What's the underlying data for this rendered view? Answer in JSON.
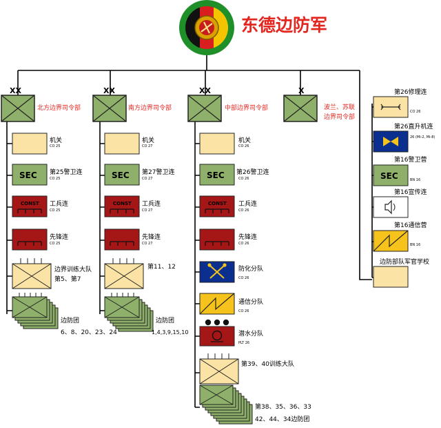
{
  "title": "东德边防军",
  "colors": {
    "infantry_green": "#8fb06a",
    "unit_cream": "#fbe3a6",
    "engineer_red": "#a51616",
    "recon_blue": "#0b2f8f",
    "signal_yellow": "#f6c21c",
    "title_red": "#e3261f"
  },
  "commands": [
    {
      "echelon": "XX",
      "name": "北方边界司令部",
      "units": [
        {
          "label": "机关",
          "size": "CO 25"
        },
        {
          "label": "第25警卫连",
          "size": "CO 25",
          "symbol": "SEC"
        },
        {
          "label": "工兵连",
          "size": "CO 25",
          "symbol": "CONST"
        },
        {
          "label": "先锋连",
          "size": "CO 25"
        },
        {
          "label": "边界训练大队",
          "sub": "第5、第7"
        },
        {
          "label": "边防团",
          "sub": "6、8、20、23、24"
        }
      ]
    },
    {
      "echelon": "XX",
      "name": "南方边界司令部",
      "units": [
        {
          "label": "机关",
          "size": "CO 27"
        },
        {
          "label": "第27警卫连",
          "size": "CO 27",
          "symbol": "SEC"
        },
        {
          "label": "工兵连",
          "size": "CO 27",
          "symbol": "CONST"
        },
        {
          "label": "先锋连",
          "size": "CO 27"
        },
        {
          "label": "第11、12"
        },
        {
          "label": "边防团",
          "sub": "1,4,3,9,15,10"
        }
      ]
    },
    {
      "echelon": "XX",
      "name": "中部边界司令部",
      "units": [
        {
          "label": "机关",
          "size": "CO 26"
        },
        {
          "label": "第26警卫连",
          "size": "CO 26",
          "symbol": "SEC"
        },
        {
          "label": "工兵连",
          "size": "CO 26",
          "symbol": "CONST"
        },
        {
          "label": "先锋连",
          "size": "CO 26"
        },
        {
          "label": "防化分队",
          "size": "CO 26"
        },
        {
          "label": "通信分队",
          "size": "CO 26"
        },
        {
          "label": "潜水分队",
          "size": "PLT 26"
        },
        {
          "label": "第39、40训练大队"
        },
        {
          "label": "第38、35、36、33",
          "sub": "42、44、34边防团"
        }
      ]
    },
    {
      "echelon": "X",
      "name_line1": "波兰、苏联",
      "name_line2": "边界司令部"
    }
  ],
  "support": [
    {
      "label": "第26修理连",
      "size": "CO 26"
    },
    {
      "label": "第26直升机连",
      "size": "26 (Mi-2, Mi-8)"
    },
    {
      "label": "第16警卫营",
      "size": "BN 16",
      "symbol": "SEC"
    },
    {
      "label": "第16宣传连",
      "size": ""
    },
    {
      "label": "第16通信营",
      "size": "BN 16"
    },
    {
      "label": "边防部队军官学校",
      "size": ""
    }
  ]
}
